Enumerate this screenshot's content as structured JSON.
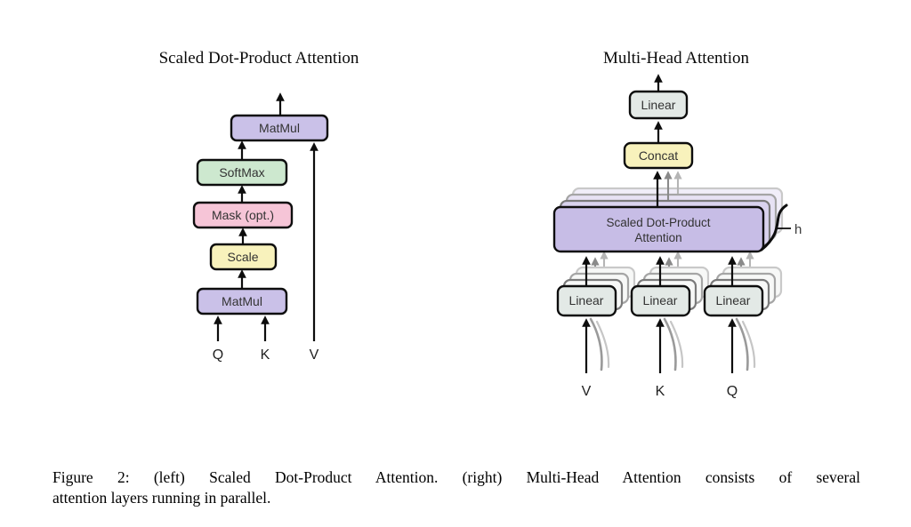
{
  "left": {
    "title": "Scaled Dot-Product Attention",
    "matmul_top": "MatMul",
    "softmax": "SoftMax",
    "mask": "Mask (opt.)",
    "scale": "Scale",
    "matmul_bottom": "MatMul",
    "input_q": "Q",
    "input_k": "K",
    "input_v": "V"
  },
  "right": {
    "title": "Multi-Head Attention",
    "linear_top": "Linear",
    "concat": "Concat",
    "attention_line1": "Scaled Dot-Product",
    "attention_line2": "Attention",
    "linear_v": "Linear",
    "linear_k": "Linear",
    "linear_q": "Linear",
    "head_count_label": "h",
    "input_v": "V",
    "input_k": "K",
    "input_q": "Q"
  },
  "caption": {
    "line1": "Figure 2: (left) Scaled Dot-Product Attention. (right) Multi-Head Attention consists of several",
    "line2": "attention layers running in parallel."
  },
  "colors": {
    "purple": "#cac1e8",
    "green": "#cde8cf",
    "pink": "#f6c5d7",
    "yellow": "#f8f2bc",
    "gray_green": "#e3e9e6",
    "attention_purple": "#c7bde6",
    "ghost_purple_1": "#d9d2ee",
    "ghost_purple_2": "#e7e2f4",
    "ghost_purple_3": "#f1eef9",
    "ghost_gray_fill": "#f7f8f7"
  }
}
